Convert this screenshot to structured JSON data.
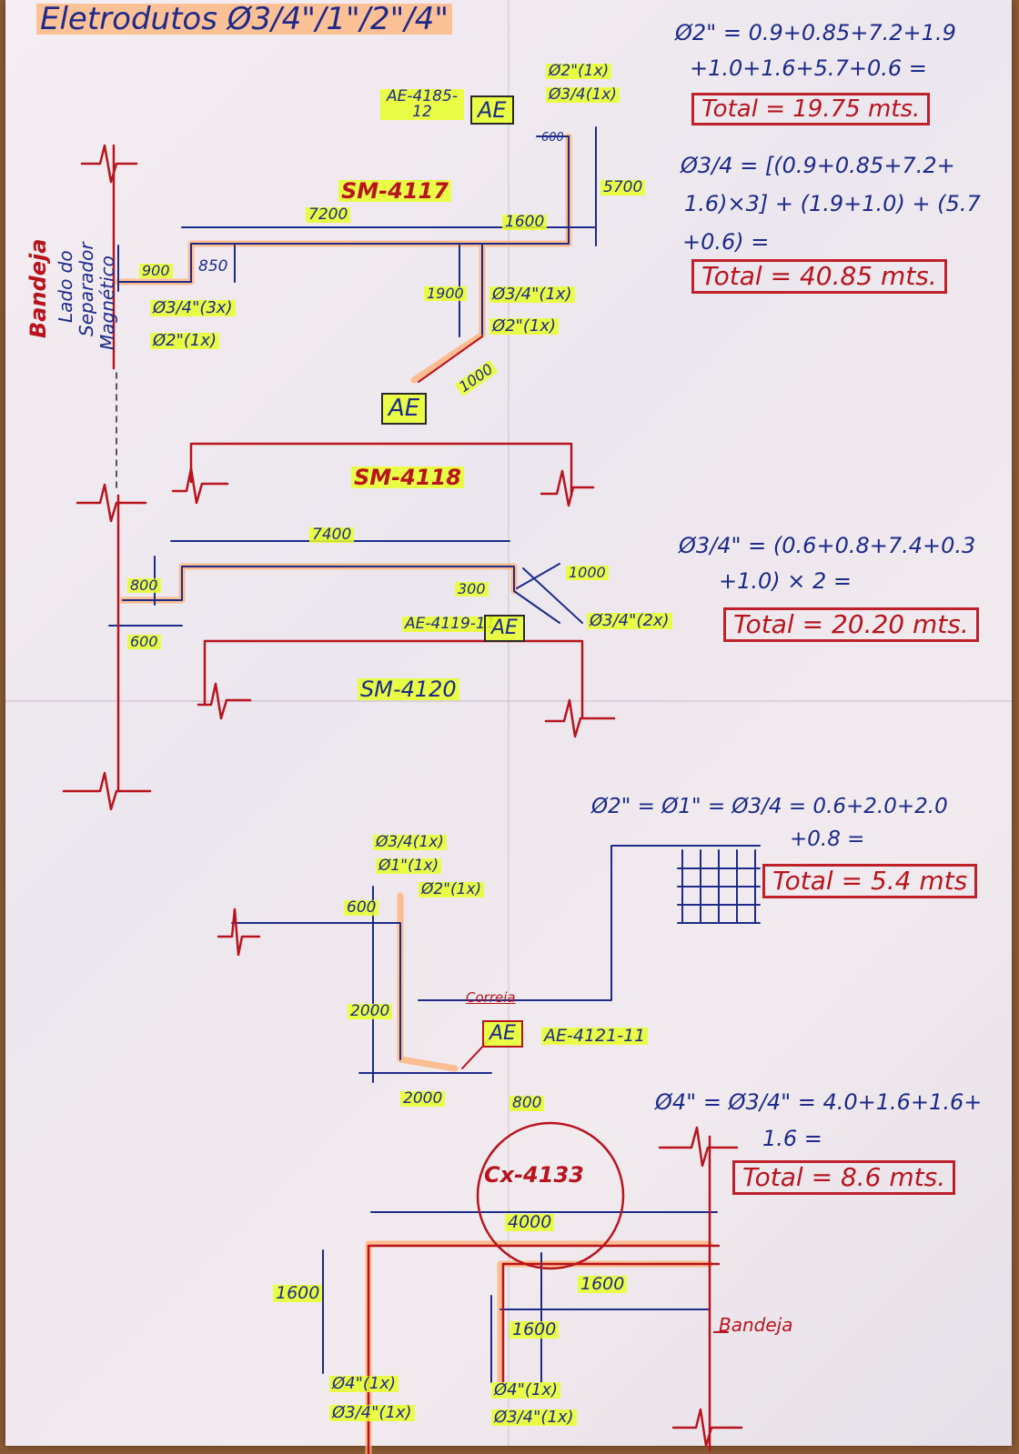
{
  "title": "Eletrodutos Ø3/4\"/1\"/2\"/4\"",
  "side_note": {
    "bandeja": "Bandeja",
    "lines": [
      "Lado do",
      "Separador",
      "Magnético"
    ]
  },
  "sections": {
    "sm4117": {
      "label": "SM-4117",
      "ae_tag": "AE-4185-12",
      "ae_box": "AE",
      "ae_box_bottom": "AE",
      "pipes_top": [
        "Ø2\"(1x)",
        "Ø3/4(1x)"
      ],
      "pipes_left": [
        "Ø3/4\"(3x)",
        "Ø2\"(1x)"
      ],
      "pipes_mid": [
        "Ø3/4\"(1x)",
        "Ø2\"(1x)"
      ],
      "dims": {
        "d7200": "7200",
        "d1600": "1600",
        "d5700": "5700",
        "d600": "600",
        "d900": "900",
        "d850": "850",
        "d1900": "1900",
        "d1000": "1000"
      }
    },
    "sm4118": {
      "label": "SM-4118"
    },
    "sm4119": {
      "ae_tag": "AE-4119-11",
      "ae_box": "AE",
      "pipe": "Ø3/4\"(2x)",
      "dims": {
        "d7400": "7400",
        "d800": "800",
        "d600": "600",
        "d300": "300",
        "d1000": "1000"
      }
    },
    "sm4120": {
      "label": "SM-4120"
    },
    "ae4121": {
      "ae_tag": "AE-4121-11",
      "ae_box": "AE",
      "note": "Correia",
      "pipes": [
        "Ø3/4(1x)",
        "Ø1\"(1x)",
        "Ø2\"(1x)"
      ],
      "dims": {
        "d600": "600",
        "d2000a": "2000",
        "d2000b": "2000",
        "d800": "800"
      }
    },
    "cx4133": {
      "label": "Cx-4133",
      "bandeja": "Bandeja",
      "pipes_left": [
        "Ø4\"(1x)",
        "Ø3/4\"(1x)"
      ],
      "pipes_right": [
        "Ø4\"(1x)",
        "Ø3/4\"(1x)"
      ],
      "dims": {
        "d4000": "4000",
        "d1600a": "1600",
        "d1600b": "1600",
        "d1600c": "1600"
      }
    }
  },
  "calcs": {
    "c2in": {
      "lines": [
        "Ø2\" = 0.9+0.85+7.2+1.9",
        "+1.0+1.6+5.7+0.6 ="
      ],
      "total": "Total = 19.75 mts."
    },
    "c34a": {
      "lines": [
        "Ø3/4 = [(0.9+0.85+7.2+",
        "1.6)×3] + (1.9+1.0) + (5.7",
        "+0.6) ="
      ],
      "total": "Total = 40.85 mts."
    },
    "c34b": {
      "lines": [
        "Ø3/4\" = (0.6+0.8+7.4+0.3",
        "+1.0) × 2 ="
      ],
      "total": "Total = 20.20 mts."
    },
    "cmix": {
      "lines": [
        "Ø2\" = Ø1\" = Ø3/4 = 0.6+2.0+2.0",
        "+0.8 ="
      ],
      "total": "Total = 5.4 mts"
    },
    "c4in": {
      "lines": [
        "Ø4\" = Ø3/4\" = 4.0+1.6+1.6+",
        "1.6 ="
      ],
      "total": "Total = 8.6 mts."
    }
  },
  "colors": {
    "ink_blue": "#1d2a8a",
    "ink_red": "#b8141e",
    "highlight_yellow": "#e8ff28",
    "highlight_orange": "#ffb278",
    "paper": "#f1ebef"
  }
}
